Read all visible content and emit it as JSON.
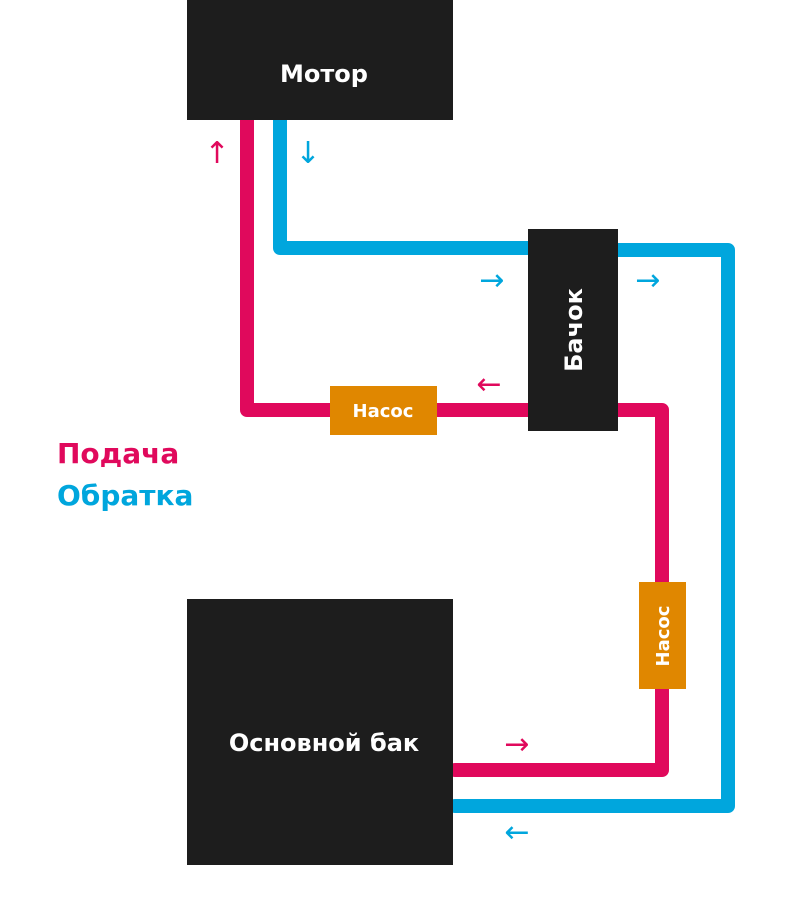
{
  "colors": {
    "supply": "#e0095c",
    "return": "#00a6dd",
    "block": "#1d1d1d",
    "pump": "#e08700",
    "label_text": "#ffffff"
  },
  "blocks": {
    "motor": "Мотор",
    "tank_small": "Бачок",
    "main_tank": "Основной бак"
  },
  "pumps": {
    "horizontal": "Насос",
    "vertical": "Насос"
  },
  "legend": {
    "supply": "Подача",
    "return": "Обратка"
  },
  "arrows": {
    "up": "↑",
    "down": "↓",
    "right": "→",
    "left": "←"
  }
}
